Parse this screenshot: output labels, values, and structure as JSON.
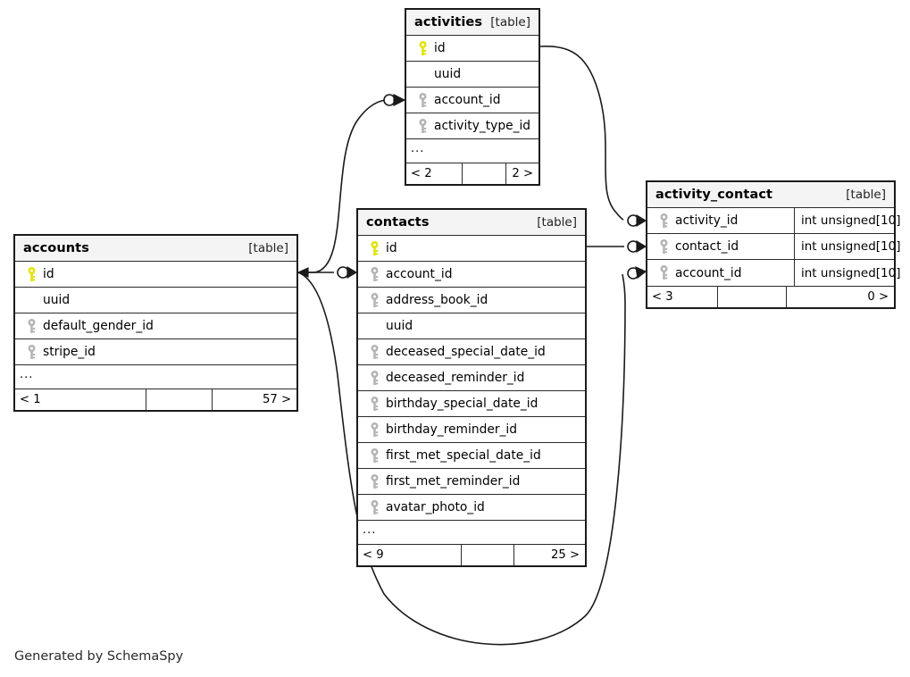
{
  "diagram": {
    "title": "SchemaSpy relationships diagram",
    "credit": "Generated by SchemaSpy",
    "kind_label": "[table]",
    "ellipsis": "...",
    "colors": {
      "primary_key": "#e3e300",
      "foreign_key": "#b4b4b4",
      "border": "#1a1a1a",
      "header_bg": "#f4f4f4",
      "background": "#ffffff",
      "text": "#000000"
    },
    "tables": [
      {
        "id": "activities",
        "name": "activities",
        "kind": "[table]",
        "columns": [
          {
            "name": "id",
            "key": "primary",
            "type": ""
          },
          {
            "name": "uuid",
            "key": "none",
            "type": ""
          },
          {
            "name": "account_id",
            "key": "foreign",
            "type": ""
          },
          {
            "name": "activity_type_id",
            "key": "foreign",
            "type": ""
          }
        ],
        "has_more": true,
        "footer": {
          "left": "< 2",
          "middle": "",
          "right": "2 >"
        }
      },
      {
        "id": "accounts",
        "name": "accounts",
        "kind": "[table]",
        "columns": [
          {
            "name": "id",
            "key": "primary",
            "type": ""
          },
          {
            "name": "uuid",
            "key": "none",
            "type": ""
          },
          {
            "name": "default_gender_id",
            "key": "foreign",
            "type": ""
          },
          {
            "name": "stripe_id",
            "key": "foreign",
            "type": ""
          }
        ],
        "has_more": true,
        "footer": {
          "left": "< 1",
          "middle": "",
          "right": "57 >"
        }
      },
      {
        "id": "contacts",
        "name": "contacts",
        "kind": "[table]",
        "columns": [
          {
            "name": "id",
            "key": "primary",
            "type": ""
          },
          {
            "name": "account_id",
            "key": "foreign",
            "type": ""
          },
          {
            "name": "address_book_id",
            "key": "foreign",
            "type": ""
          },
          {
            "name": "uuid",
            "key": "none",
            "type": ""
          },
          {
            "name": "deceased_special_date_id",
            "key": "foreign",
            "type": ""
          },
          {
            "name": "deceased_reminder_id",
            "key": "foreign",
            "type": ""
          },
          {
            "name": "birthday_special_date_id",
            "key": "foreign",
            "type": ""
          },
          {
            "name": "birthday_reminder_id",
            "key": "foreign",
            "type": ""
          },
          {
            "name": "first_met_special_date_id",
            "key": "foreign",
            "type": ""
          },
          {
            "name": "first_met_reminder_id",
            "key": "foreign",
            "type": ""
          },
          {
            "name": "avatar_photo_id",
            "key": "foreign",
            "type": ""
          }
        ],
        "has_more": true,
        "footer": {
          "left": "< 9",
          "middle": "",
          "right": "25 >"
        }
      },
      {
        "id": "activity_contact",
        "name": "activity_contact",
        "kind": "[table]",
        "columns": [
          {
            "name": "activity_id",
            "key": "foreign",
            "type": "int unsigned[10]"
          },
          {
            "name": "contact_id",
            "key": "foreign",
            "type": "int unsigned[10]"
          },
          {
            "name": "account_id",
            "key": "foreign",
            "type": "int unsigned[10]"
          }
        ],
        "has_more": false,
        "footer": {
          "left": "< 3",
          "middle": "",
          "right": "0 >"
        }
      }
    ],
    "relationships": [
      {
        "from": "accounts.id",
        "to": "activities.account_id",
        "notation": "crows-foot-zero-or-many"
      },
      {
        "from": "accounts.id",
        "to": "contacts.account_id",
        "notation": "crows-foot-zero-or-many"
      },
      {
        "from": "accounts.id",
        "to": "activity_contact.account_id",
        "notation": "crows-foot-zero-or-many"
      },
      {
        "from": "activities.id",
        "to": "activity_contact.activity_id",
        "notation": "crows-foot-zero-or-many"
      },
      {
        "from": "contacts.id",
        "to": "activity_contact.contact_id",
        "notation": "crows-foot-zero-or-many"
      }
    ]
  }
}
